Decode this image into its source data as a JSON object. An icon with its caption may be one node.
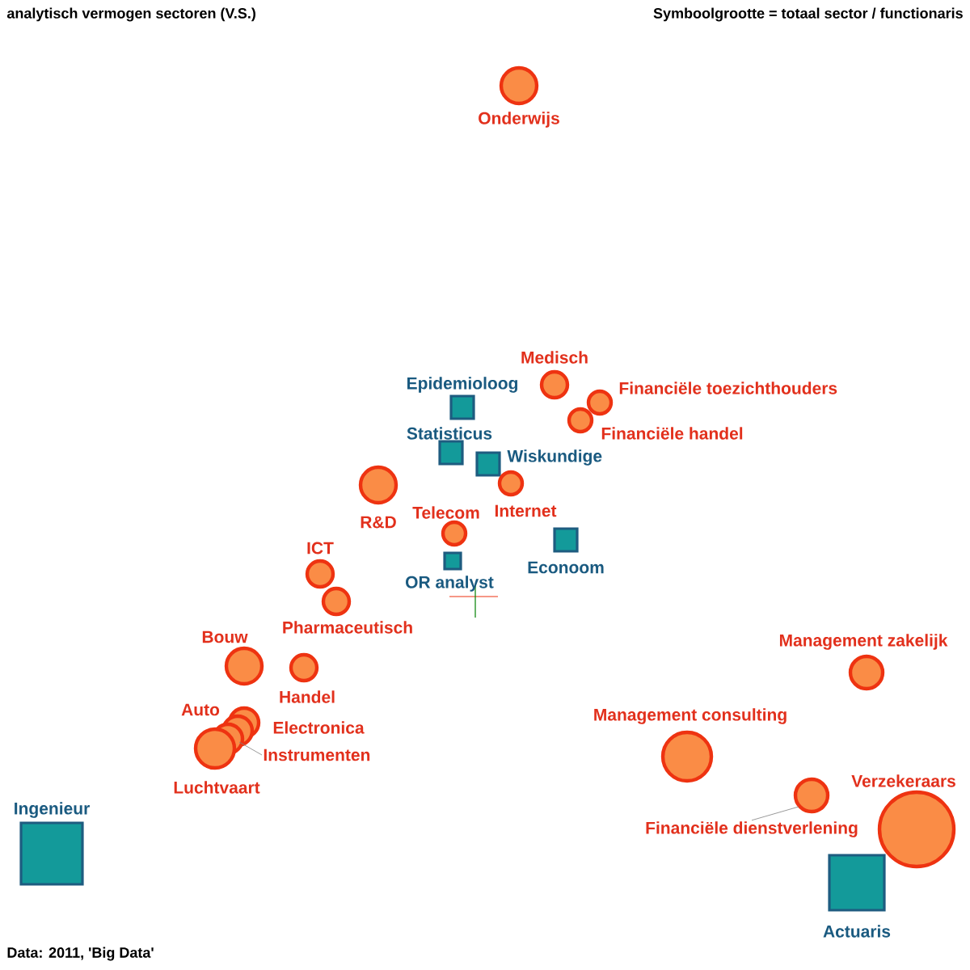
{
  "diagram": {
    "title": "analytisch vermogen sectoren (V.S.)",
    "nodes": [
      {
        "text": [
          "Onderwijs"
        ]
      },
      {
        "text": [
          "Medisch"
        ]
      },
      {
        "text": [
          "Financiële toezichthouders"
        ]
      },
      {
        "text": [
          "Financiële handel"
        ]
      },
      {
        "text": [
          "Epidemioloog"
        ]
      },
      {
        "text": [
          "Statisticus"
        ]
      },
      {
        "text": [
          "Wiskundige"
        ]
      },
      {
        "text": [
          "Internet"
        ]
      },
      {
        "text": [
          "R&D"
        ]
      },
      {
        "text": [
          "Telecom"
        ]
      },
      {
        "text": [
          "OR analyst"
        ]
      },
      {
        "text": [
          "Econoom"
        ]
      },
      {
        "text": [
          "ICT"
        ]
      },
      {
        "text": [
          "Pharmaceutisch"
        ]
      },
      {
        "text": [
          "Bouw"
        ]
      },
      {
        "text": [
          "Handel"
        ]
      },
      {
        "text": [
          "Management zakelijk"
        ]
      },
      {
        "text": [
          "Auto"
        ]
      },
      {
        "text": [
          "Electronica"
        ]
      },
      {
        "text": [
          "Management consulting"
        ]
      },
      {
        "text": [
          "Instrumenten"
        ]
      },
      {
        "text": [
          "Luchtvaart"
        ]
      },
      {
        "text": [
          "Verzekeraars"
        ]
      },
      {
        "text": [
          "Ingenieur"
        ]
      },
      {
        "text": [
          "Financiële dienstverlening"
        ]
      },
      {
        "text": [
          "Actuaris"
        ]
      }
    ],
    "edges": [
      {
        "from": 20,
        "to": null,
        "arrow": "none"
      },
      {
        "from": 24,
        "to": null,
        "arrow": "none"
      }
    ],
    "labels": [
      "Symboolgrootte = totaal sector / functionaris",
      "Data: 2011, 'Big Data'"
    ]
  }
}
